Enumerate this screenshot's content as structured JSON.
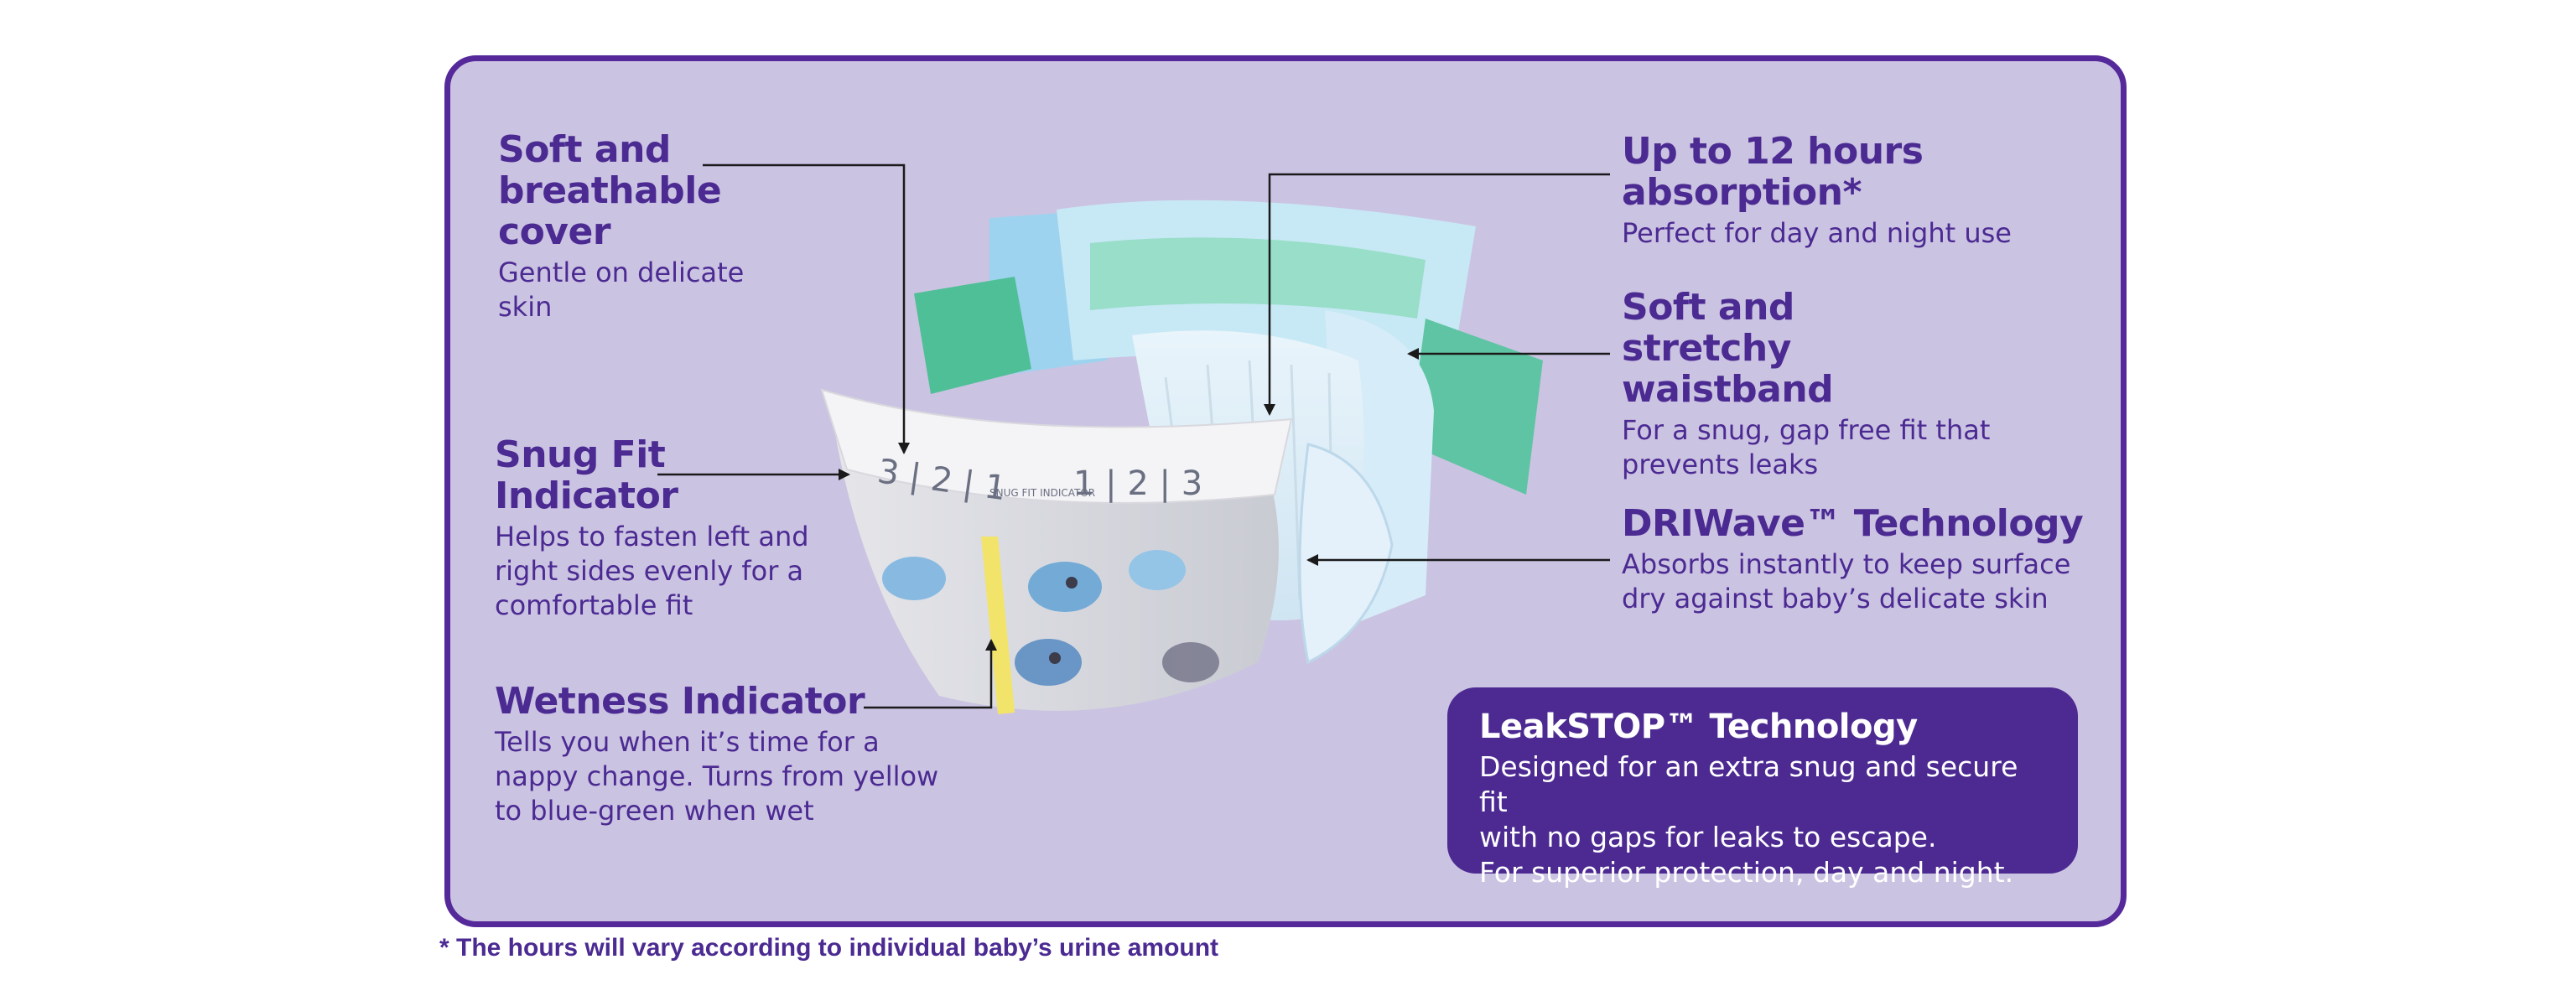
{
  "features": {
    "cover": {
      "title": "Soft and breathable cover",
      "desc": "Gentle on delicate skin"
    },
    "snug_fit": {
      "title": "Snug Fit Indicator",
      "desc": "Helps to fasten left and right sides evenly for a comfortable fit"
    },
    "wetness": {
      "title": "Wetness Indicator",
      "desc": "Tells you when it’s time for a nappy change. Turns from yellow to blue-green when wet"
    },
    "absorption": {
      "title": "Up to 12 hours absorption*",
      "desc": "Perfect for day and night use"
    },
    "waistband": {
      "title": "Soft and stretchy waistband",
      "desc": "For a snug, gap free fit that prevents leaks"
    },
    "driwave": {
      "title": "DRIWave™ Technology",
      "desc": "Absorbs instantly to keep surface dry against baby’s delicate skin"
    }
  },
  "leakstop": {
    "title": "LeakSTOP™ Technology",
    "desc_lines": [
      "Designed for an extra snug and secure fit",
      "with no gaps for leaks to escape.",
      "For superior protection, day and night."
    ]
  },
  "diaper": {
    "scale_left": "3 | 2 | 1",
    "scale_label": "SNUG FIT INDICATOR",
    "scale_right": "1 | 2 | 3"
  },
  "footnote": "* The hours will vary according to individual baby’s urine amount",
  "colors": {
    "panel": "#cbc3e2",
    "border": "#55299a",
    "text": "#4b2a92",
    "leak_box": "#4c2a91",
    "tab_green": "#5fc4a3"
  }
}
